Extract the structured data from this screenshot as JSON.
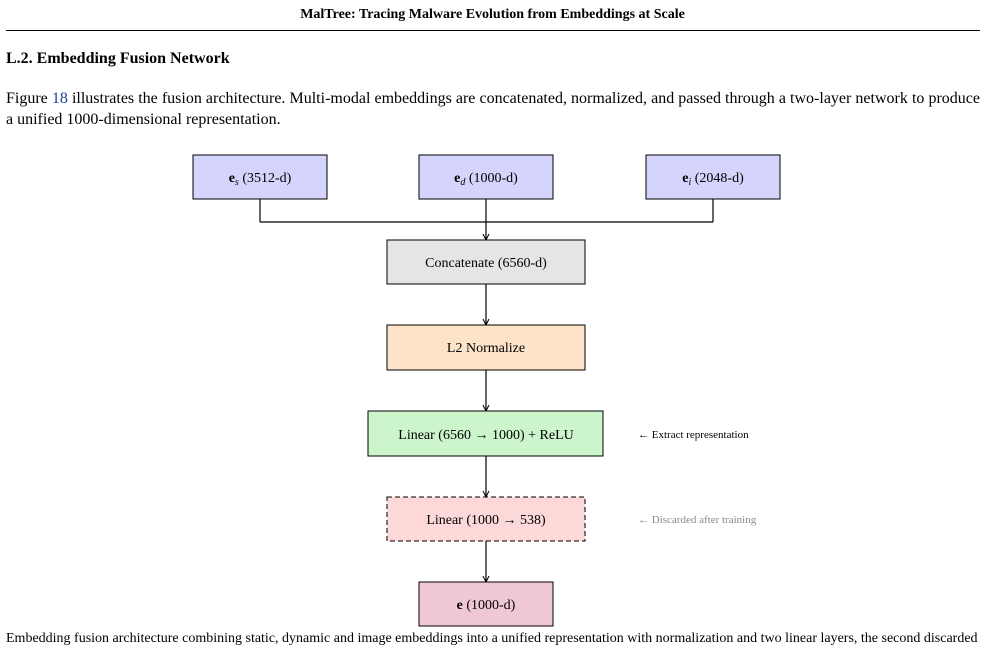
{
  "header": {
    "title": "MalTree: Tracing Malware Evolution from Embeddings at Scale"
  },
  "section": {
    "heading": "L.2. Embedding Fusion Network"
  },
  "body": {
    "text_before_link": "Figure ",
    "figure_ref": "18",
    "text_after_link": " illustrates the fusion architecture. Multi-modal embeddings are concatenated, normalized, and passed through a two-layer network to produce a unified 1000-dimensional representation."
  },
  "diagram": {
    "inputs": [
      {
        "symbol": "e",
        "subscript": "s",
        "dims": " (3512-d)"
      },
      {
        "symbol": "e",
        "subscript": "d",
        "dims": " (1000-d)"
      },
      {
        "symbol": "e",
        "subscript": "i",
        "dims": " (2048-d)"
      }
    ],
    "concat_label": "Concatenate (6560-d)",
    "normalize_label": "L2 Normalize",
    "linear1_label": "Linear (6560 → 1000) + ReLU",
    "linear2_label": "Linear (1000 → 538)",
    "output_symbol": "e",
    "output_dims": " (1000-d)",
    "note_extract": "← Extract representation",
    "note_discard": "← Discarded after training"
  },
  "caption": {
    "text": "Embedding fusion architecture combining static, dynamic and image embeddings into a unified representation with normalization and two linear layers, the second discarded"
  },
  "colors": {
    "input_fill": "#d4d4fc",
    "concat_fill": "#e5e5e5",
    "normalize_fill": "#fde3c8",
    "linear1_fill": "#ccf5cc",
    "linear2_fill": "#fcd8d8",
    "output_fill": "#efc7d6",
    "discard_note": "#8a8a8a"
  }
}
